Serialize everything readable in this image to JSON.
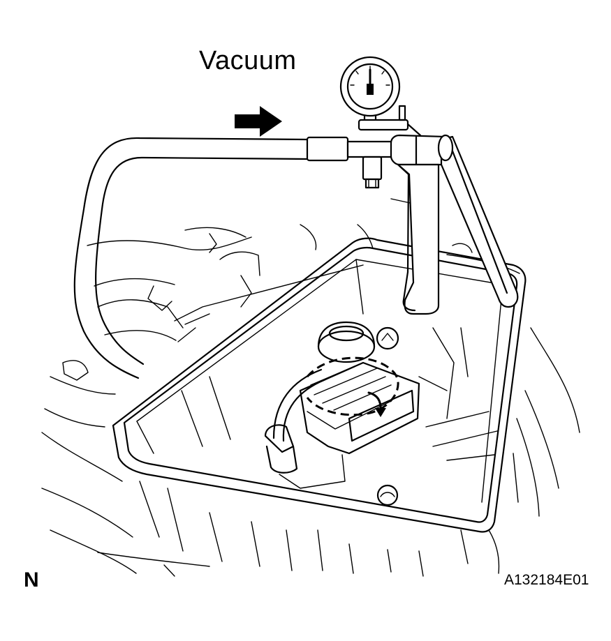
{
  "labels": {
    "vacuum": "Vacuum",
    "orientation": "N",
    "figure_code": "A132184E01"
  },
  "icons": {
    "flow_arrow": "right-arrow-icon",
    "rotation_arrow": "curved-arrow-icon"
  },
  "colors": {
    "line": "#000000",
    "background": "#ffffff"
  }
}
